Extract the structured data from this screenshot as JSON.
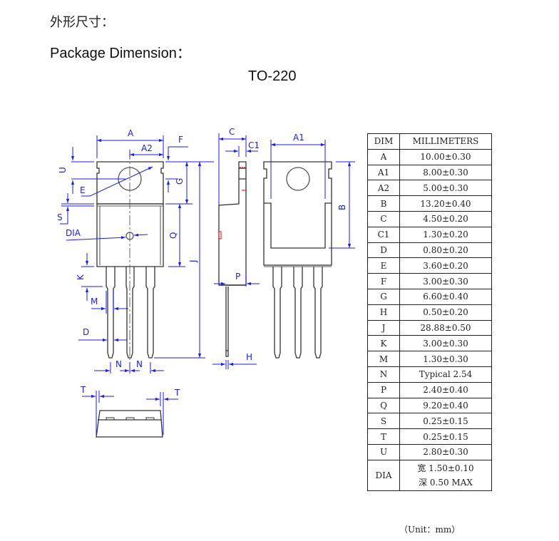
{
  "heading": {
    "title_cn": "外形尺寸：",
    "title_en": "Package Dimension：",
    "package": "TO-220"
  },
  "drawing": {
    "line_color": "#333333",
    "dim_color": "#1a1aff",
    "marker_color": "#ff0000",
    "labels": [
      "A",
      "A2",
      "F",
      "U",
      "E",
      "G",
      "S",
      "DIA",
      "Q",
      "J",
      "K",
      "M",
      "D",
      "N",
      "N",
      "C",
      "C1",
      "P",
      "H",
      "A1",
      "B",
      "T",
      "T"
    ]
  },
  "table": {
    "headers": [
      "DIM",
      "MILLIMETERS"
    ],
    "rows": [
      {
        "dim": "A",
        "value": "10.00±0.30"
      },
      {
        "dim": "A1",
        "value": "8.00±0.30"
      },
      {
        "dim": "A2",
        "value": "5.00±0.30"
      },
      {
        "dim": "B",
        "value": "13.20±0.40"
      },
      {
        "dim": "C",
        "value": "4.50±0.20"
      },
      {
        "dim": "C1",
        "value": "1.30±0.20"
      },
      {
        "dim": "D",
        "value": "0.80±0.20"
      },
      {
        "dim": "E",
        "value": "3.60±0.20"
      },
      {
        "dim": "F",
        "value": "3.00±0.30"
      },
      {
        "dim": "G",
        "value": "6.60±0.40"
      },
      {
        "dim": "H",
        "value": "0.50±0.20"
      },
      {
        "dim": "J",
        "value": "28.88±0.50"
      },
      {
        "dim": "K",
        "value": "3.00±0.30"
      },
      {
        "dim": "M",
        "value": "1.30±0.30"
      },
      {
        "dim": "N",
        "value": "Typical 2.54"
      },
      {
        "dim": "P",
        "value": "2.40±0.40"
      },
      {
        "dim": "Q",
        "value": "9.20±0.40"
      },
      {
        "dim": "S",
        "value": "0.25±0.15"
      },
      {
        "dim": "T",
        "value": "0.25±0.15"
      },
      {
        "dim": "U",
        "value": "2.80±0.30"
      }
    ],
    "dia": {
      "dim": "DIA",
      "line1": "宽 1.50±0.10",
      "line2": "深 0.50 MAX"
    }
  },
  "footer": {
    "unit": "（Unit：mm）"
  }
}
